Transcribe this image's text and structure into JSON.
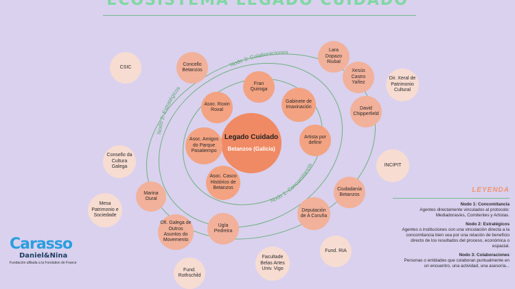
{
  "title": "ECOSISTEMA LEGADO CUIDADO",
  "center": {
    "title": "Legado Cuidado",
    "subtitle": "Betanzos (Galicia)"
  },
  "ring_labels": {
    "concomitancia": "Nodo 1: Concomitancia",
    "estrategicos": "Nodo 2: Estratégicos",
    "colaboraciones": "Nodo 3: Colaboraciones"
  },
  "nodes": {
    "fran_quiroga": "Fran Quiroga",
    "gabinete_imaxinacion": "Gabinete de Imaxinación",
    "artista_por_definir": "Artista por definir",
    "asoc_casco_historico": "Asoc. Casco Histórico de Betanzos",
    "asoc_amigos_parque": "Asoc. Amigos do Parque Pasatiempo",
    "asoc_roxin_roxal": "Asoc. Roxin Roxal",
    "concello_betanzos": "Concello Betanzos",
    "lara_dopazo": "Lara Dopazo Riubal",
    "jesus_castro": "Xesús Castro Yañez",
    "david_chipperfield": "David Chipperfield",
    "ciudadania_betanzos": "Ciudadanía Betanzos",
    "deputacion_coruna": "Deputación de A Coruña",
    "ugia_pedreira": "Ugía Pedreira",
    "ofi_galega": "Ofi. Galega de Outros Asuntos do Movemento",
    "marina_oural": "Marina Oural",
    "csic": "CSIC",
    "dir_xeral_patrimonio": "Dir. Xeral de Patrimonio Cultural",
    "incipit": "INCIPIT",
    "consello_cultura": "Consello da Cultura Galega",
    "mesa_patrimonio": "Mesa Patrimonio e Sociedade",
    "fund_rothschild": "Fund. Rothschild",
    "facultade_belas_artes": "Facultade Belas Artes Univ. Vigo",
    "fund_ria": "Fund. RIA"
  },
  "legend": {
    "title": "LEYENDA",
    "n1_title": "Nodo 1: Concomitancia",
    "n1_desc": "Agentes directamente vinculados al protocolo: Mediadoras/es, Comitentes y Artistas.",
    "n2_title": "Nodo 2: Estratégicos",
    "n2_desc": "Agentes o instituciones con una vinculación directa a la concomitancia bien sea por una relación de beneficio directo de los resultados del proceso, económica o espacial.",
    "n3_title": "Nodo 3: Colaboraciones",
    "n3_desc": "Personas o entidades que colaboran puntualmente en un encuentro, una actividad, una asesoría..."
  },
  "logo": {
    "main": "Carasso",
    "sub": "Daniel&Nina",
    "tagline": "Fundación afiliada a la Fondation de France"
  },
  "colors": {
    "background": "#d9d1ee",
    "title": "#7fd8a2",
    "ring": "#6fb07f",
    "node1": "#f3a382",
    "node2": "#f2b19a",
    "node3": "#f7dcd2",
    "center": "#f08a64",
    "legend_title": "#f0946e",
    "logo_blue": "#2a9ee0"
  }
}
